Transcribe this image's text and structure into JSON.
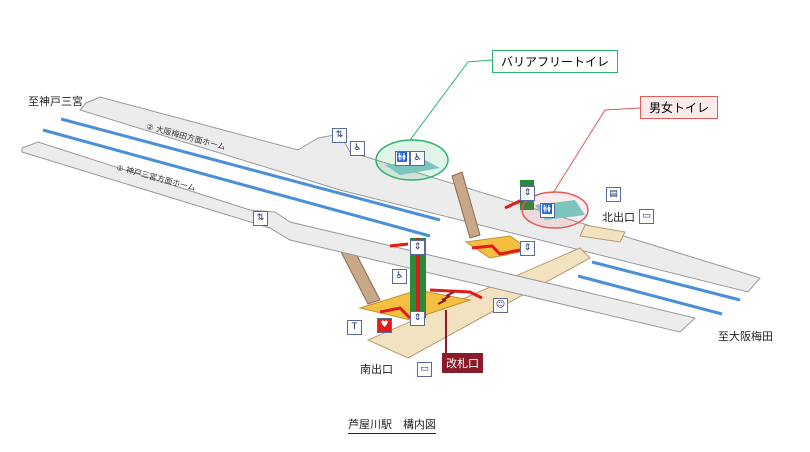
{
  "labels": {
    "to_kobe": "至神戸三宮",
    "to_osaka": "至大阪梅田",
    "north_exit": "北出口",
    "south_exit": "南出口",
    "ticket_gate": "改札口",
    "platform_2": "② 大阪梅田方面ホーム",
    "platform_1": "① 神戸三宮方面ホーム"
  },
  "callouts": {
    "barrier_free_toilet": "バリアフリートイレ",
    "mens_womens_toilet": "男女トイレ"
  },
  "caption": "芦屋川駅　構内図",
  "icons": [
    "stairs-icon",
    "wheelchair-icon",
    "toilet-icon",
    "elevator-icon",
    "bus-icon",
    "taxi-icon",
    "aed-icon",
    "station-staff-icon",
    "locker-icon"
  ],
  "colors": {
    "barrier_free": "#2fb36b",
    "toilet": "#e05a5a",
    "track": "#4a90d9",
    "ticket_gate": "#8b1a2a",
    "route": "#e01b1b",
    "concourse": "#f5c040"
  }
}
